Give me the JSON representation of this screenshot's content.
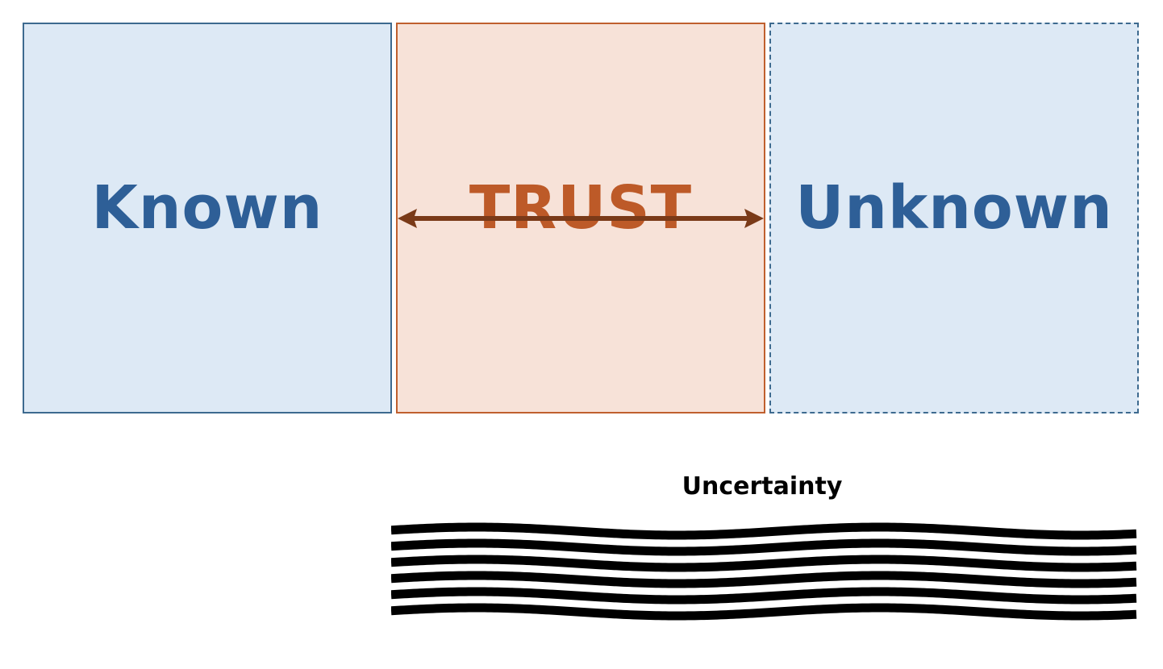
{
  "diagram": {
    "boxes": [
      {
        "id": "known",
        "label": "Known",
        "border_style": "solid"
      },
      {
        "id": "trust",
        "label": "TRUST",
        "border_style": "solid"
      },
      {
        "id": "unknown",
        "label": "Unknown",
        "border_style": "dashed"
      }
    ],
    "arrow": {
      "type": "double-headed",
      "from": "known",
      "to": "unknown"
    },
    "uncertainty": {
      "title": "Uncertainty",
      "band_count": 6
    },
    "colors": {
      "blue_fill": "#dde9f5",
      "blue_border": "#3d6a8f",
      "blue_text": "#2e5f97",
      "orange_fill": "#f7e2d8",
      "orange_border": "#c0602e",
      "orange_text": "#bd5a28",
      "arrow": "#7a3a18",
      "waves": "#000000"
    }
  }
}
